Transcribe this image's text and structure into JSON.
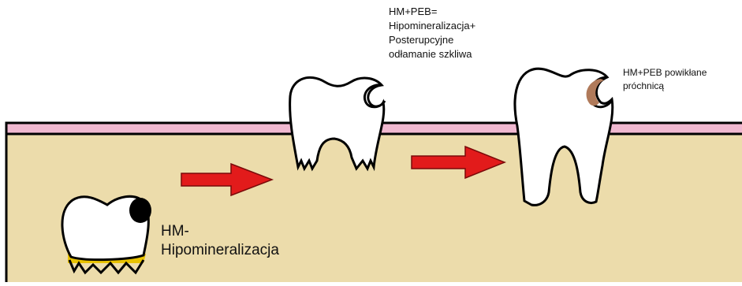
{
  "colors": {
    "bone": "#ecdcab",
    "gum": "#f0b8d0",
    "outline": "#000000",
    "arrow": "#e21b1b",
    "enamel": "#ffffff",
    "defect": "#e8c200",
    "lesion_dark": "#000000",
    "caries": "#b07a5a"
  },
  "labels": {
    "stage1": {
      "lines": [
        "HM-",
        "Hipomineralizacja"
      ]
    },
    "stage2": {
      "lines": [
        "HM+PEB=",
        "Hipomineralizacja+",
        "Posterupcyjne",
        "odłamanie szkliwa"
      ]
    },
    "stage3": {
      "lines": [
        "HM+PEB powikłane",
        "próchnicą"
      ]
    }
  },
  "icons": {
    "arrow1": "right-arrow-icon",
    "arrow2": "right-arrow-icon"
  }
}
